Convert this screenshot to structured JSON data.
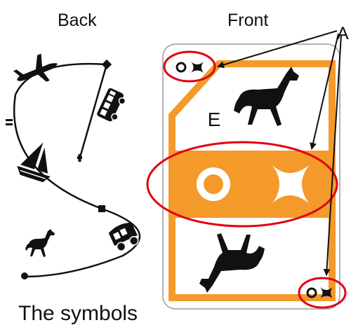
{
  "labels": {
    "back": "Back",
    "front": "Front",
    "arrow_label": "A"
  },
  "card": {
    "rank_letter": "E"
  },
  "caption": {
    "text": "The symbols"
  },
  "colors": {
    "accent_orange": "#F39A2B",
    "highlight_red": "#E3000F",
    "ink": "#111111",
    "card_border": "#999999"
  },
  "icons": {
    "back_route": [
      "airplane-icon",
      "bus-icon",
      "sailboat-icon",
      "horse-icon",
      "wagon-icon"
    ],
    "front": [
      "horse-icon",
      "horse-upside-down-icon",
      "circle-symbol-icon",
      "cross-symbol-icon"
    ]
  }
}
